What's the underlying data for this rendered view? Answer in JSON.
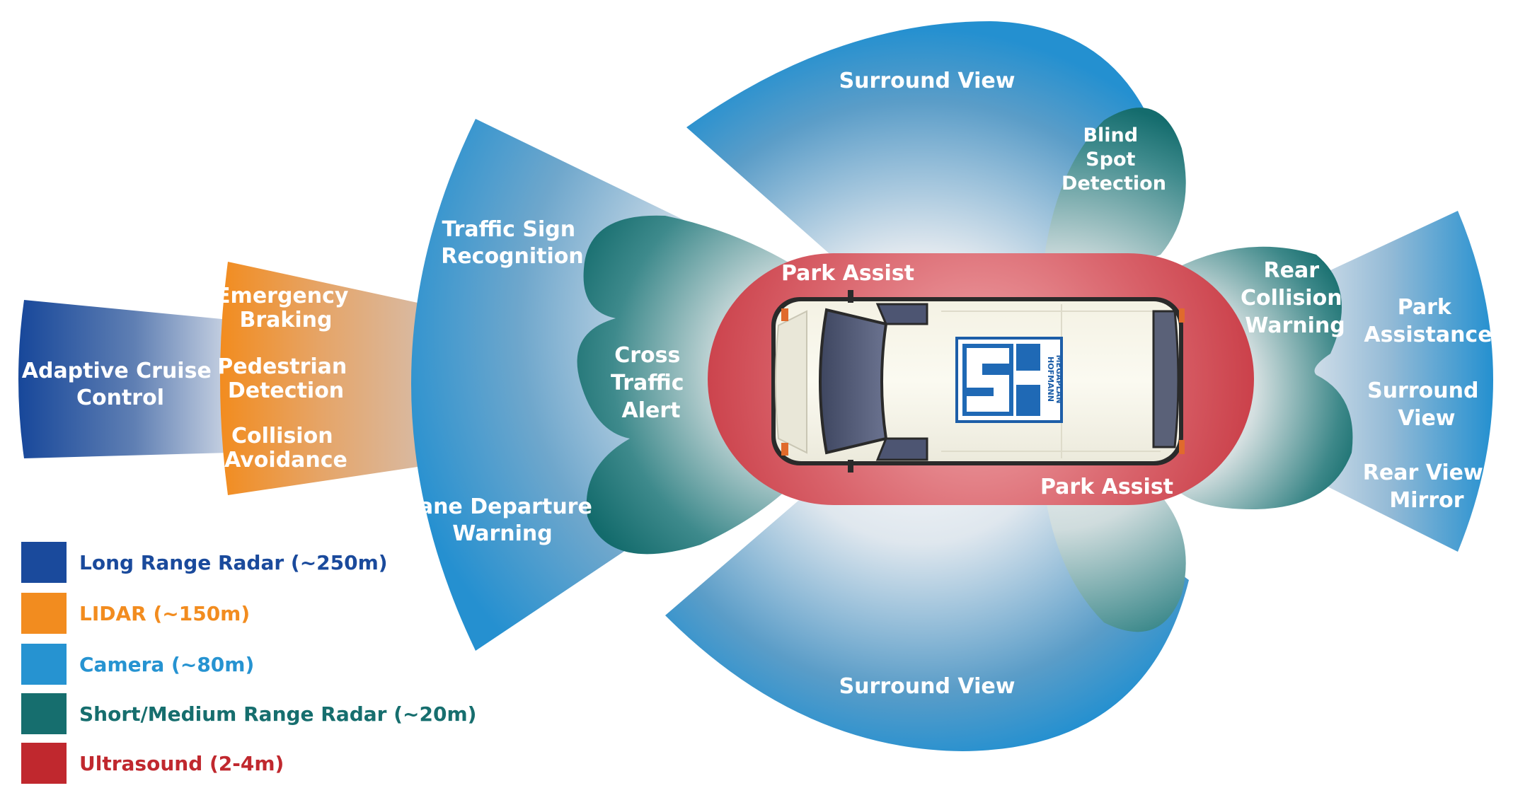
{
  "colors": {
    "long_range_radar": "#1a4a9c",
    "lidar": "#f28c1f",
    "camera": "#2693d1",
    "short_medium_radar": "#166e6e",
    "ultrasound": "#c0282e"
  },
  "zones": {
    "adaptive_cruise": [
      "Adaptive Cruise",
      "Control"
    ],
    "emergency_braking": [
      "Emergency",
      "Braking"
    ],
    "pedestrian_detection": [
      "Pedestrian",
      "Detection"
    ],
    "collision_avoidance": [
      "Collision",
      "Avoidance"
    ],
    "traffic_sign": [
      "Traffic Sign",
      "Recognition"
    ],
    "cross_traffic": [
      "Cross",
      "Traffic",
      "Alert"
    ],
    "lane_departure": [
      "Lane Departure",
      "Warning"
    ],
    "surround_view_top": "Surround View",
    "surround_view_bottom": "Surround View",
    "blind_spot": [
      "Blind",
      "Spot",
      "Detection"
    ],
    "park_assist_top": "Park Assist",
    "park_assist_bottom": "Park Assist",
    "rear_collision": [
      "Rear",
      "Collision",
      "Warning"
    ],
    "park_assistance": [
      "Park",
      "Assistance"
    ],
    "surround_view_rear": [
      "Surround",
      "View"
    ],
    "rear_view_mirror": [
      "Rear View",
      "Mirror"
    ]
  },
  "logo": {
    "line1": "HOFMANN",
    "line2": "MEGAPLAN"
  },
  "legend": [
    {
      "label": "Long Range Radar (~250m)",
      "color": "#1a4a9c"
    },
    {
      "label": "LIDAR (~150m)",
      "color": "#f28c1f"
    },
    {
      "label": "Camera (~80m)",
      "color": "#2693d1"
    },
    {
      "label": "Short/Medium Range Radar (~20m)",
      "color": "#166e6e"
    },
    {
      "label": "Ultrasound (2-4m)",
      "color": "#c0282e"
    }
  ]
}
